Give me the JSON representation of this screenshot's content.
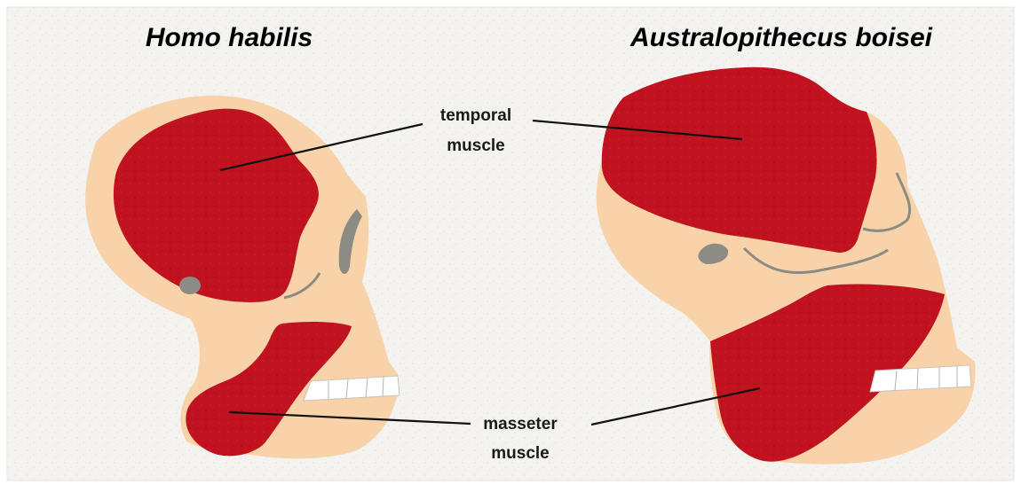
{
  "titles": {
    "left": "Homo habilis",
    "right": "Australopithecus boisei"
  },
  "labels": {
    "temporal_line1": "temporal",
    "temporal_line2": "muscle",
    "masseter_line1": "masseter",
    "masseter_line2": "muscle"
  },
  "colors": {
    "background": "#f4f3ef",
    "bone": "#f8d2a8",
    "muscle": "#c1121f",
    "socket": "#8c8c84",
    "teeth": "#ffffff",
    "line": "#111111"
  }
}
